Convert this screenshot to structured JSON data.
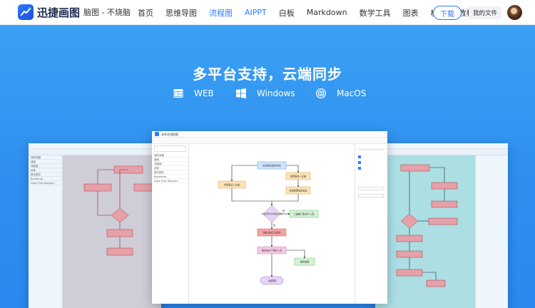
{
  "nav": {
    "brand": "迅捷画图",
    "slogan": "脑图 - 不烧脑",
    "items": [
      {
        "label": "首页",
        "active": false
      },
      {
        "label": "思维导图",
        "active": false
      },
      {
        "label": "流程图",
        "active": true
      },
      {
        "label": "AIPPT",
        "active": false
      },
      {
        "label": "白板",
        "active": false
      },
      {
        "label": "Markdown",
        "active": false
      },
      {
        "label": "数学工具",
        "active": false
      },
      {
        "label": "图表",
        "active": false
      },
      {
        "label": "模板",
        "active": false
      },
      {
        "label": "教程",
        "active": false
      }
    ],
    "download_label": "下载",
    "myfiles_label": "我的文件"
  },
  "hero": {
    "title": "多平台支持，云端同步",
    "platforms": [
      {
        "label": "WEB",
        "icon": "web-window-icon"
      },
      {
        "label": "Windows",
        "icon": "windows-logo-icon"
      },
      {
        "label": "MacOS",
        "icon": "mac-finder-icon"
      }
    ]
  },
  "screens": {
    "center": {
      "app_name": "未命名流程图",
      "sidebar": [
        "我的收藏",
        "通用",
        "流程图",
        "其他",
        "基本图形",
        "Bootstrap",
        "Data Flow Diagram"
      ],
      "nodes": [
        "信息登记报名申请",
        "拿着登记入注册",
        "查看报名入正册",
        "高校管理员前查证",
        "文化管理学生资格证审核",
        "上级部门发布产入库",
        "调查开始正式报名",
        "报名查办了报名人员",
        "报到管理",
        "上级签到"
      ],
      "edge_labels": [
        "是",
        "否"
      ],
      "colors": {
        "blue": "#cfe3ff",
        "orange": "#fde3b5",
        "purple": "#e5d5f5",
        "green": "#d4f2d6",
        "red": "#f5a3a3",
        "pink": "#f6c9e4"
      }
    }
  }
}
